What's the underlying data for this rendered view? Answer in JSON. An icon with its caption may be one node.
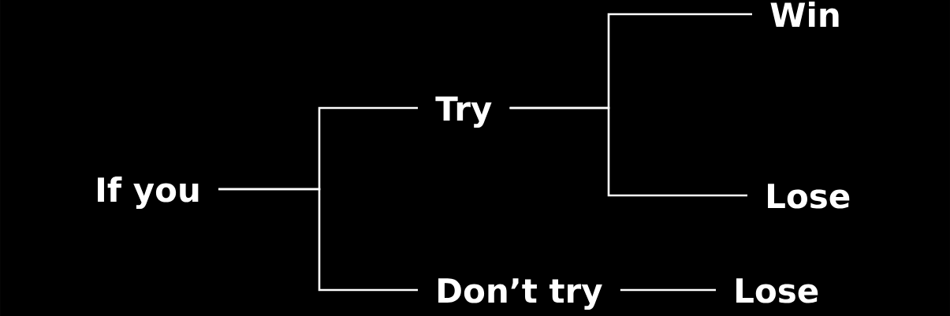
{
  "diagram": {
    "nodes": [
      {
        "text": [
          "If you"
        ]
      },
      {
        "text": [
          "Try"
        ]
      },
      {
        "text": [
          "Don’t try"
        ]
      },
      {
        "text": [
          "Win"
        ]
      },
      {
        "text": [
          "Lose"
        ]
      },
      {
        "text": [
          "Lose"
        ]
      }
    ],
    "edges": [
      {
        "from": 0,
        "to": 1,
        "arrow": "none"
      },
      {
        "from": 0,
        "to": 2,
        "arrow": "none"
      },
      {
        "from": 1,
        "to": 3,
        "arrow": "none"
      },
      {
        "from": 1,
        "to": 4,
        "arrow": "none"
      },
      {
        "from": 2,
        "to": 5,
        "arrow": "none"
      }
    ]
  }
}
